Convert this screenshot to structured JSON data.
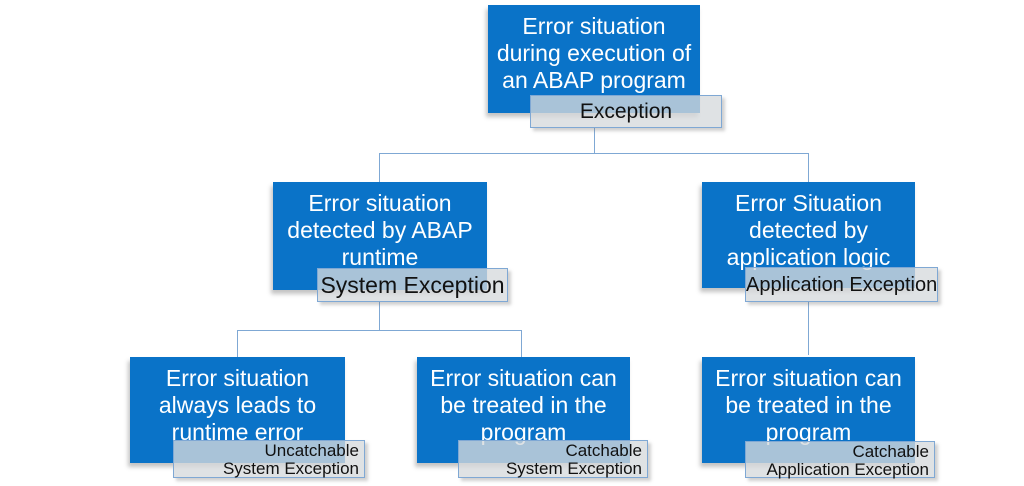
{
  "colors": {
    "node_fill": "#0A73C8",
    "node_text": "#FFFFFF",
    "label_border": "#7FA8D4",
    "label_text": "#111111",
    "connector": "#7FA8D4"
  },
  "chart_data": {
    "type": "tree-diagram",
    "root": "Error situation during execution of an ABAP program (Exception)",
    "children": [
      "Error situation detected by ABAP runtime (System Exception)",
      "Error Situation detected by application logic (Application Exception)"
    ]
  },
  "nodes": {
    "root": {
      "lines": [
        "Error situation",
        "during execution of",
        "an ABAP program"
      ],
      "label": "Exception"
    },
    "system": {
      "lines": [
        "Error situation",
        "detected by ABAP",
        "runtime"
      ],
      "label": "System Exception"
    },
    "application": {
      "lines": [
        "Error Situation",
        "detected by",
        "application logic"
      ],
      "label": "Application Exception"
    },
    "uncatchable": {
      "lines": [
        "Error situation",
        "always leads to",
        "runtime error"
      ],
      "label_lines": [
        "Uncatchable",
        "System Exception"
      ]
    },
    "catchable_system": {
      "lines": [
        "Error situation can",
        "be treated in the",
        "program"
      ],
      "label_lines": [
        "Catchable",
        "System Exception"
      ]
    },
    "catchable_application": {
      "lines": [
        "Error situation can",
        "be treated in the",
        "program"
      ],
      "label_lines": [
        "Catchable",
        "Application Exception"
      ]
    }
  }
}
